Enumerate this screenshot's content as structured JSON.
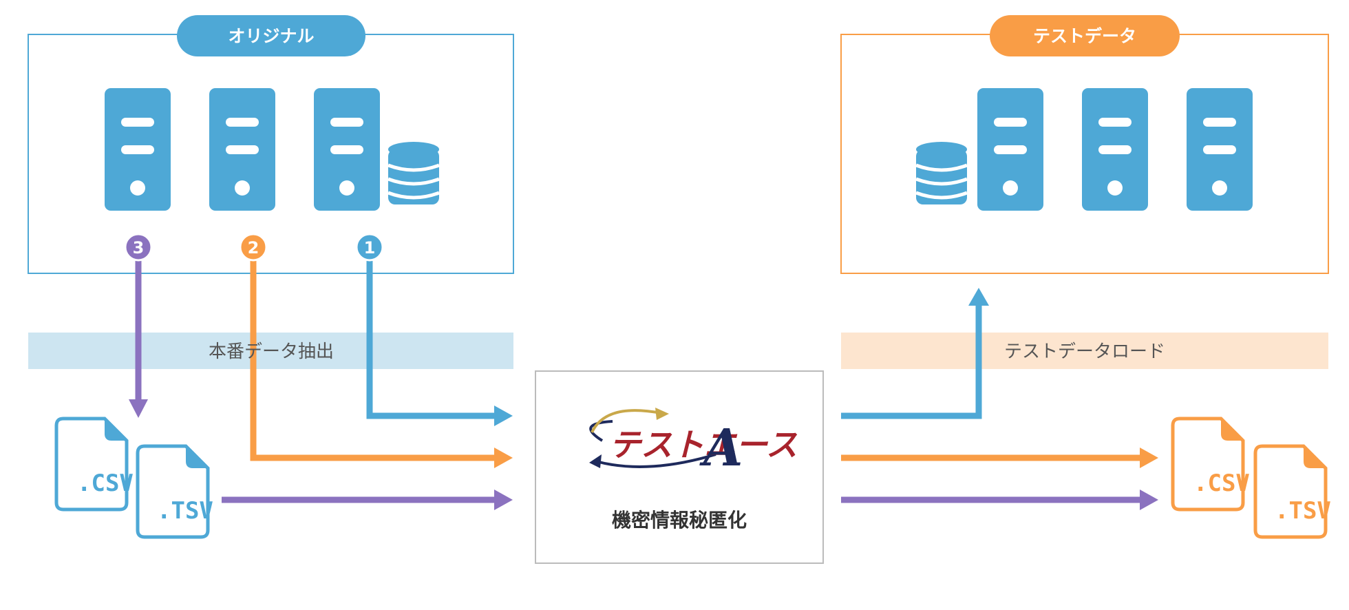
{
  "colors": {
    "blue": "#4ea8d6",
    "orange": "#f99d46",
    "purple": "#8b72bf",
    "blue_band": "#cde5f1",
    "orange_band": "#fde5cf",
    "center_border": "#bbbbbb",
    "logo_red": "#a8232c",
    "logo_navy": "#1e2a5c",
    "logo_gold": "#c9a84a"
  },
  "original_panel": {
    "title": "オリジナル",
    "server_icon": "server-icon",
    "database_icon": "database-icon"
  },
  "test_panel": {
    "title": "テストデータ",
    "server_icon": "server-icon",
    "database_icon": "database-icon"
  },
  "extract_band": {
    "label": "本番データ抽出"
  },
  "load_band": {
    "label": "テストデータロード"
  },
  "steps": [
    {
      "number": "1",
      "color": "#4ea8d6"
    },
    {
      "number": "2",
      "color": "#f99d46"
    },
    {
      "number": "3",
      "color": "#8b72bf"
    }
  ],
  "files_left": {
    "csv_label": ".CSV",
    "tsv_label": ".TSV",
    "icon": "file-icon"
  },
  "files_right": {
    "csv_label": ".CSV",
    "tsv_label": ".TSV",
    "icon": "file-icon"
  },
  "center": {
    "logo_text": "テストエース",
    "logo_letter": "A",
    "caption": "機密情報秘匿化"
  }
}
